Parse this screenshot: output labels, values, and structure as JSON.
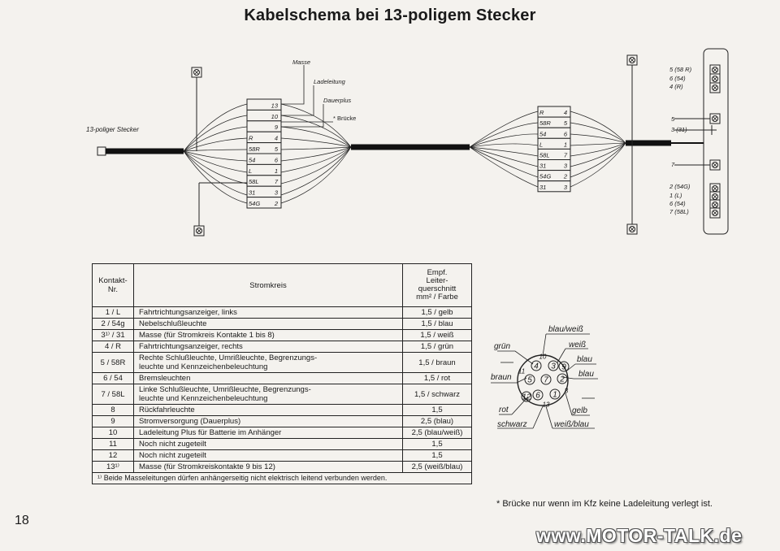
{
  "title": "Kabelschema bei 13-poligem Stecker",
  "diagram": {
    "plug_label": "13-poliger Stecker",
    "callouts": {
      "masse": "Masse",
      "ladeleitung": "Ladeleitung",
      "dauerplus": "Dauerplus",
      "bruecke": "* Brücke"
    },
    "left_block": [
      {
        "label": "",
        "pin": "13"
      },
      {
        "label": "",
        "pin": "10"
      },
      {
        "label": "",
        "pin": "9"
      },
      {
        "label": "R",
        "pin": "4"
      },
      {
        "label": "58R",
        "pin": "5"
      },
      {
        "label": "54",
        "pin": "6"
      },
      {
        "label": "L",
        "pin": "1"
      },
      {
        "label": "58L",
        "pin": "7"
      },
      {
        "label": "31",
        "pin": "3"
      },
      {
        "label": "54G",
        "pin": "2"
      }
    ],
    "mid_block": [
      {
        "label": "R",
        "pin": "4"
      },
      {
        "label": "58R",
        "pin": "5"
      },
      {
        "label": "54",
        "pin": "6"
      },
      {
        "label": "L",
        "pin": "1"
      },
      {
        "label": "58L",
        "pin": "7"
      },
      {
        "label": "31",
        "pin": "3"
      },
      {
        "label": "54G",
        "pin": "2"
      },
      {
        "label": "31",
        "pin": "3"
      }
    ],
    "right_labels": {
      "top": [
        "5 (58 R)",
        "6 (54)",
        "4 (R)"
      ],
      "mid_5": "5",
      "mid_3": "3 (31)",
      "mid_7": "7",
      "bottom": [
        "2 (54G)",
        "1 (L)",
        "6 (54)",
        "7 (58L)"
      ]
    }
  },
  "table": {
    "headers": {
      "contact": "Kontakt-\nNr.",
      "circuit": "Stromkreis",
      "cross_section": "Empf.\nLeiter-\nquerschnitt\nmm² / Farbe"
    },
    "rows": [
      {
        "nr": "1 / L",
        "circuit": "Fahrtrichtungsanzeiger, links",
        "cs": "1,5 / gelb"
      },
      {
        "nr": "2 / 54g",
        "circuit": "Nebelschlußleuchte",
        "cs": "1,5 / blau"
      },
      {
        "nr": "3¹⁾ / 31",
        "circuit": "Masse (für Stromkreis Kontakte 1 bis 8)",
        "cs": "1,5 / weiß"
      },
      {
        "nr": "4 / R",
        "circuit": "Fahrtrichtungsanzeiger, rechts",
        "cs": "1,5 / grün"
      },
      {
        "nr": "5 / 58R",
        "circuit": "Rechte Schlußleuchte, Umrißleuchte, Begrenzungs-\nleuchte und Kennzeichenbeleuchtung",
        "cs": "1,5 / braun"
      },
      {
        "nr": "6 / 54",
        "circuit": "Bremsleuchten",
        "cs": "1,5 / rot"
      },
      {
        "nr": "7 / 58L",
        "circuit": "Linke Schlußleuchte, Umrißleuchte, Begrenzungs-\nleuchte und Kennzeichenbeleuchtung",
        "cs": "1,5 / schwarz"
      },
      {
        "nr": "8",
        "circuit": "Rückfahrleuchte",
        "cs": "1,5"
      },
      {
        "nr": "9",
        "circuit": "Stromversorgung (Dauerplus)",
        "cs": "2,5 (blau)"
      },
      {
        "nr": "10",
        "circuit": "Ladeleitung Plus für Batterie im Anhänger",
        "cs": "2,5 (blau/weiß)"
      },
      {
        "nr": "11",
        "circuit": "Noch nicht zugeteilt",
        "cs": "1,5"
      },
      {
        "nr": "12",
        "circuit": "Noch nicht zugeteilt",
        "cs": "1,5"
      },
      {
        "nr": "13¹⁾",
        "circuit": "Masse (für Stromkreiskontakte 9 bis 12)",
        "cs": "2,5 (weiß/blau)"
      }
    ],
    "footnote": "¹⁾ Beide Masseleitungen dürfen anhängerseitig nicht elektrisch leitend verbunden werden."
  },
  "socket": {
    "pins": [
      "10",
      "4",
      "3",
      "9",
      "11",
      "5",
      "7",
      "2",
      "12",
      "6",
      "1",
      "8",
      "13"
    ],
    "colors": {
      "blau_weiss": "blau/weiß",
      "gruen": "grün",
      "weiss": "weiß",
      "blau1": "blau",
      "braun": "braun",
      "blau2": "blau",
      "rot": "rot",
      "gelb": "gelb",
      "schwarz": "schwarz",
      "weiss_blau": "weiß/blau"
    }
  },
  "bridge_note": "* Brücke nur wenn im Kfz keine Ladeleitung verlegt ist.",
  "page_number": "18",
  "watermark": "www.MOTOR-TALK.de"
}
